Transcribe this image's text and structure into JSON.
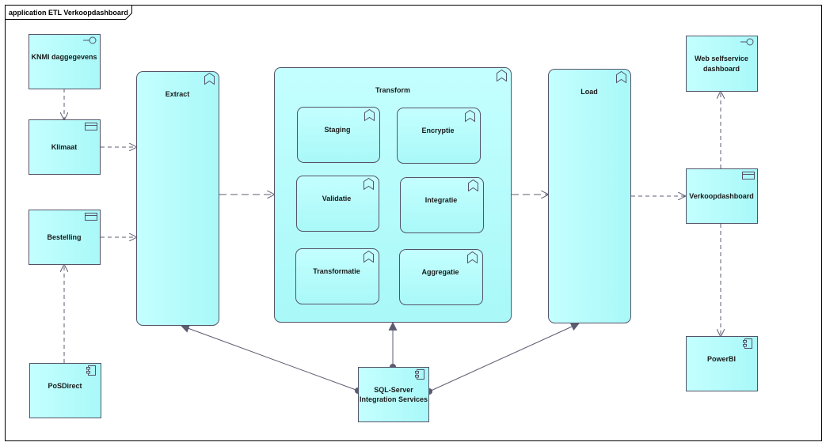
{
  "frame": {
    "title": "application ETL Verkoopdashboard"
  },
  "colors": {
    "fill_light": "#c2ffff",
    "fill_mid": "#a6f7f7",
    "stroke": "#545468",
    "edge": "#5c5c70"
  },
  "nodes": {
    "knmi": {
      "label": "KNMI daggegevens",
      "kind": "interface"
    },
    "klimaat": {
      "label": "Klimaat",
      "kind": "data-object"
    },
    "bestelling": {
      "label": "Bestelling",
      "kind": "data-object"
    },
    "posdirect": {
      "label": "PoSDirect",
      "kind": "component"
    },
    "extract": {
      "label": "Extract",
      "kind": "function"
    },
    "transform": {
      "label": "Transform",
      "kind": "function"
    },
    "staging": {
      "label": "Staging",
      "kind": "function"
    },
    "encryptie": {
      "label": "Encryptie",
      "kind": "function"
    },
    "validatie": {
      "label": "Validatie",
      "kind": "function"
    },
    "integratie": {
      "label": "Integratie",
      "kind": "function"
    },
    "transformatie": {
      "label": "Transformatie",
      "kind": "function"
    },
    "aggregatie": {
      "label": "Aggregatie",
      "kind": "function"
    },
    "load": {
      "label": "Load",
      "kind": "function"
    },
    "ssis": {
      "label_line1": "SQL-Server",
      "label_line2": "Integration Services",
      "kind": "component"
    },
    "web": {
      "label_line1": "Web selfservice",
      "label_line2": "dashboard",
      "kind": "interface"
    },
    "verkoop": {
      "label": "Verkoopdashboard",
      "kind": "data-object"
    },
    "powerbi": {
      "label": "PowerBI",
      "kind": "component"
    }
  },
  "edges": [
    {
      "from": "knmi",
      "to": "klimaat",
      "type": "flow-dashed"
    },
    {
      "from": "klimaat",
      "to": "extract",
      "type": "flow-dashed"
    },
    {
      "from": "bestelling",
      "to": "extract",
      "type": "flow-dashed"
    },
    {
      "from": "posdirect",
      "to": "bestelling",
      "type": "flow-dashed"
    },
    {
      "from": "extract",
      "to": "transform",
      "type": "flow-dashed"
    },
    {
      "from": "transform",
      "to": "load",
      "type": "flow-dashed"
    },
    {
      "from": "load",
      "to": "verkoop",
      "type": "flow-dashed"
    },
    {
      "from": "verkoop",
      "to": "web",
      "type": "flow-dashed"
    },
    {
      "from": "verkoop",
      "to": "powerbi",
      "type": "flow-dashed"
    },
    {
      "from": "ssis",
      "to": "extract",
      "type": "assignment"
    },
    {
      "from": "ssis",
      "to": "transform",
      "type": "assignment"
    },
    {
      "from": "ssis",
      "to": "load",
      "type": "assignment"
    }
  ]
}
